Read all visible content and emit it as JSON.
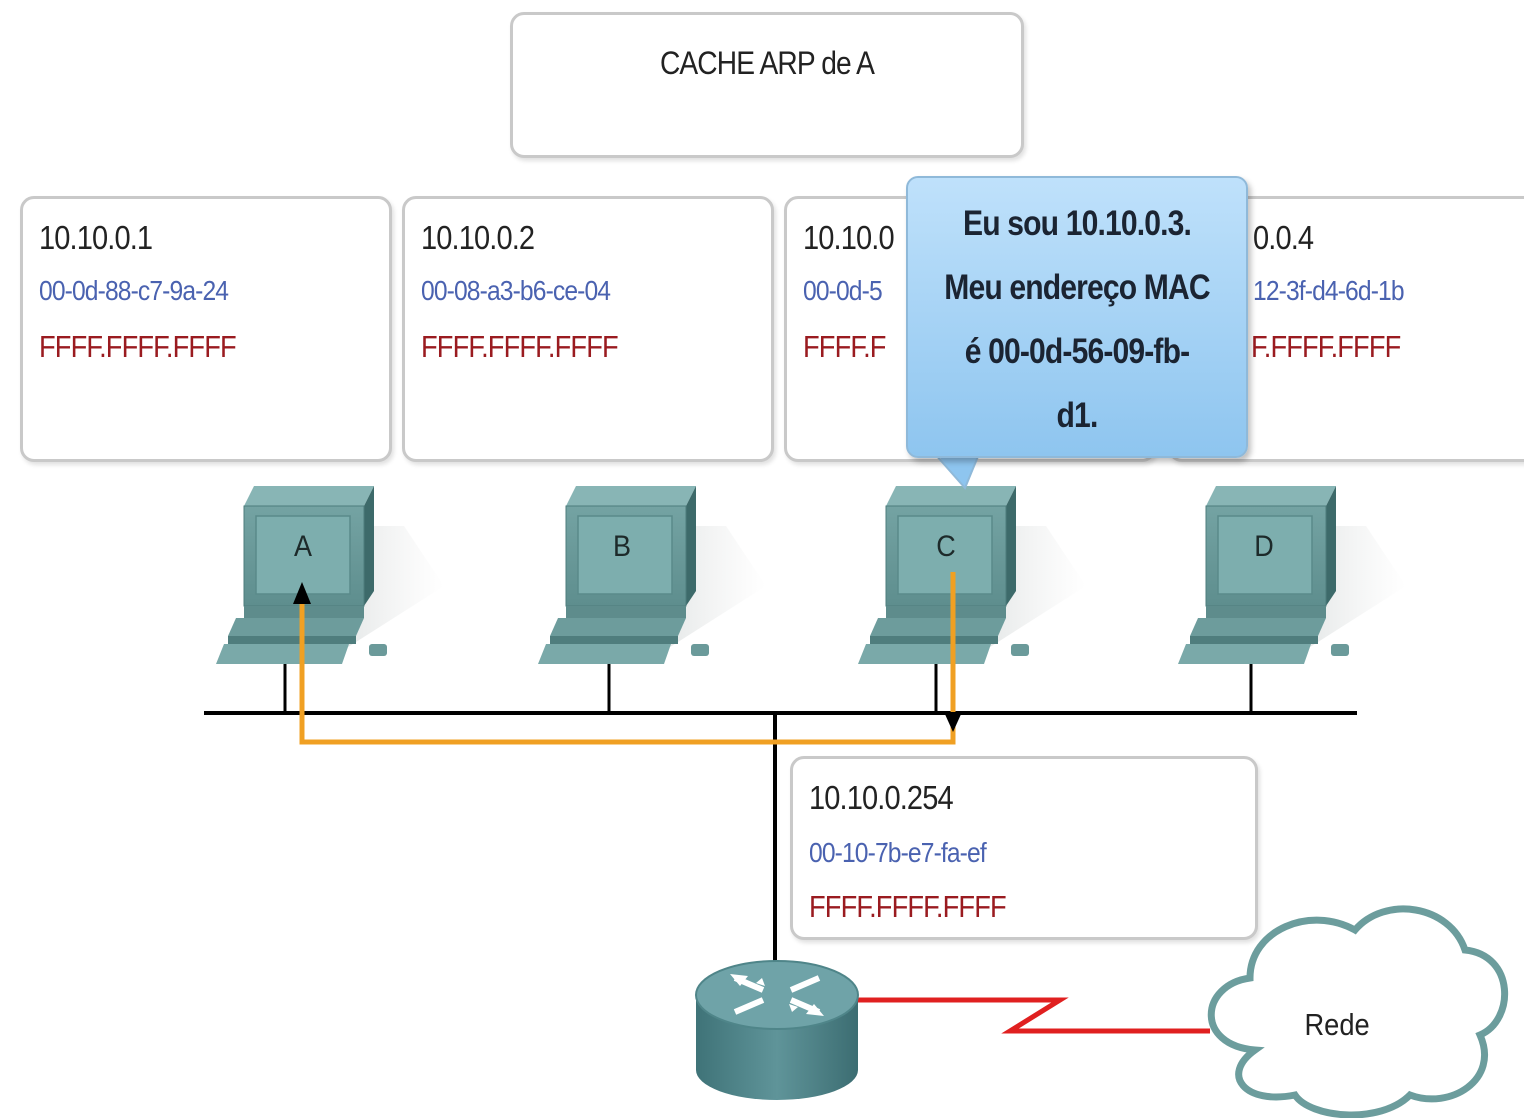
{
  "cache": {
    "title": "CACHE ARP de A"
  },
  "hosts": [
    {
      "ip": "10.10.0.1",
      "mac": "00-0d-88-c7-9a-24",
      "broadcast": "FFFF.FFFF.FFFF",
      "label": "A"
    },
    {
      "ip": "10.10.0.2",
      "mac": "00-08-a3-b6-ce-04",
      "broadcast": "FFFF.FFFF.FFFF",
      "label": "B"
    },
    {
      "ip": "10.10.0",
      "mac": "00-0d-5",
      "broadcast": "FFFF.F",
      "label": "C"
    },
    {
      "ip": "0.0.4",
      "mac": "12-3f-d4-6d-1b",
      "broadcast": "F.FFFF.FFFF",
      "label": "D"
    }
  ],
  "bubble": {
    "lines": [
      "Eu sou 10.10.0.3.",
      "Meu endereço MAC",
      "é 00-0d-56-09-fb-",
      "d1."
    ]
  },
  "gateway": {
    "ip": "10.10.0.254",
    "mac": "00-10-7b-e7-fa-ef",
    "broadcast": "FFFF.FFFF.FFFF"
  },
  "cloud": {
    "label": "Rede"
  },
  "colors": {
    "ip": "#222222",
    "mac": "#4a62b0",
    "broadcast": "#9a1b20",
    "reply_path": "#f0a023",
    "wan_link": "#e02020",
    "bubble": "#a8d4f6"
  }
}
